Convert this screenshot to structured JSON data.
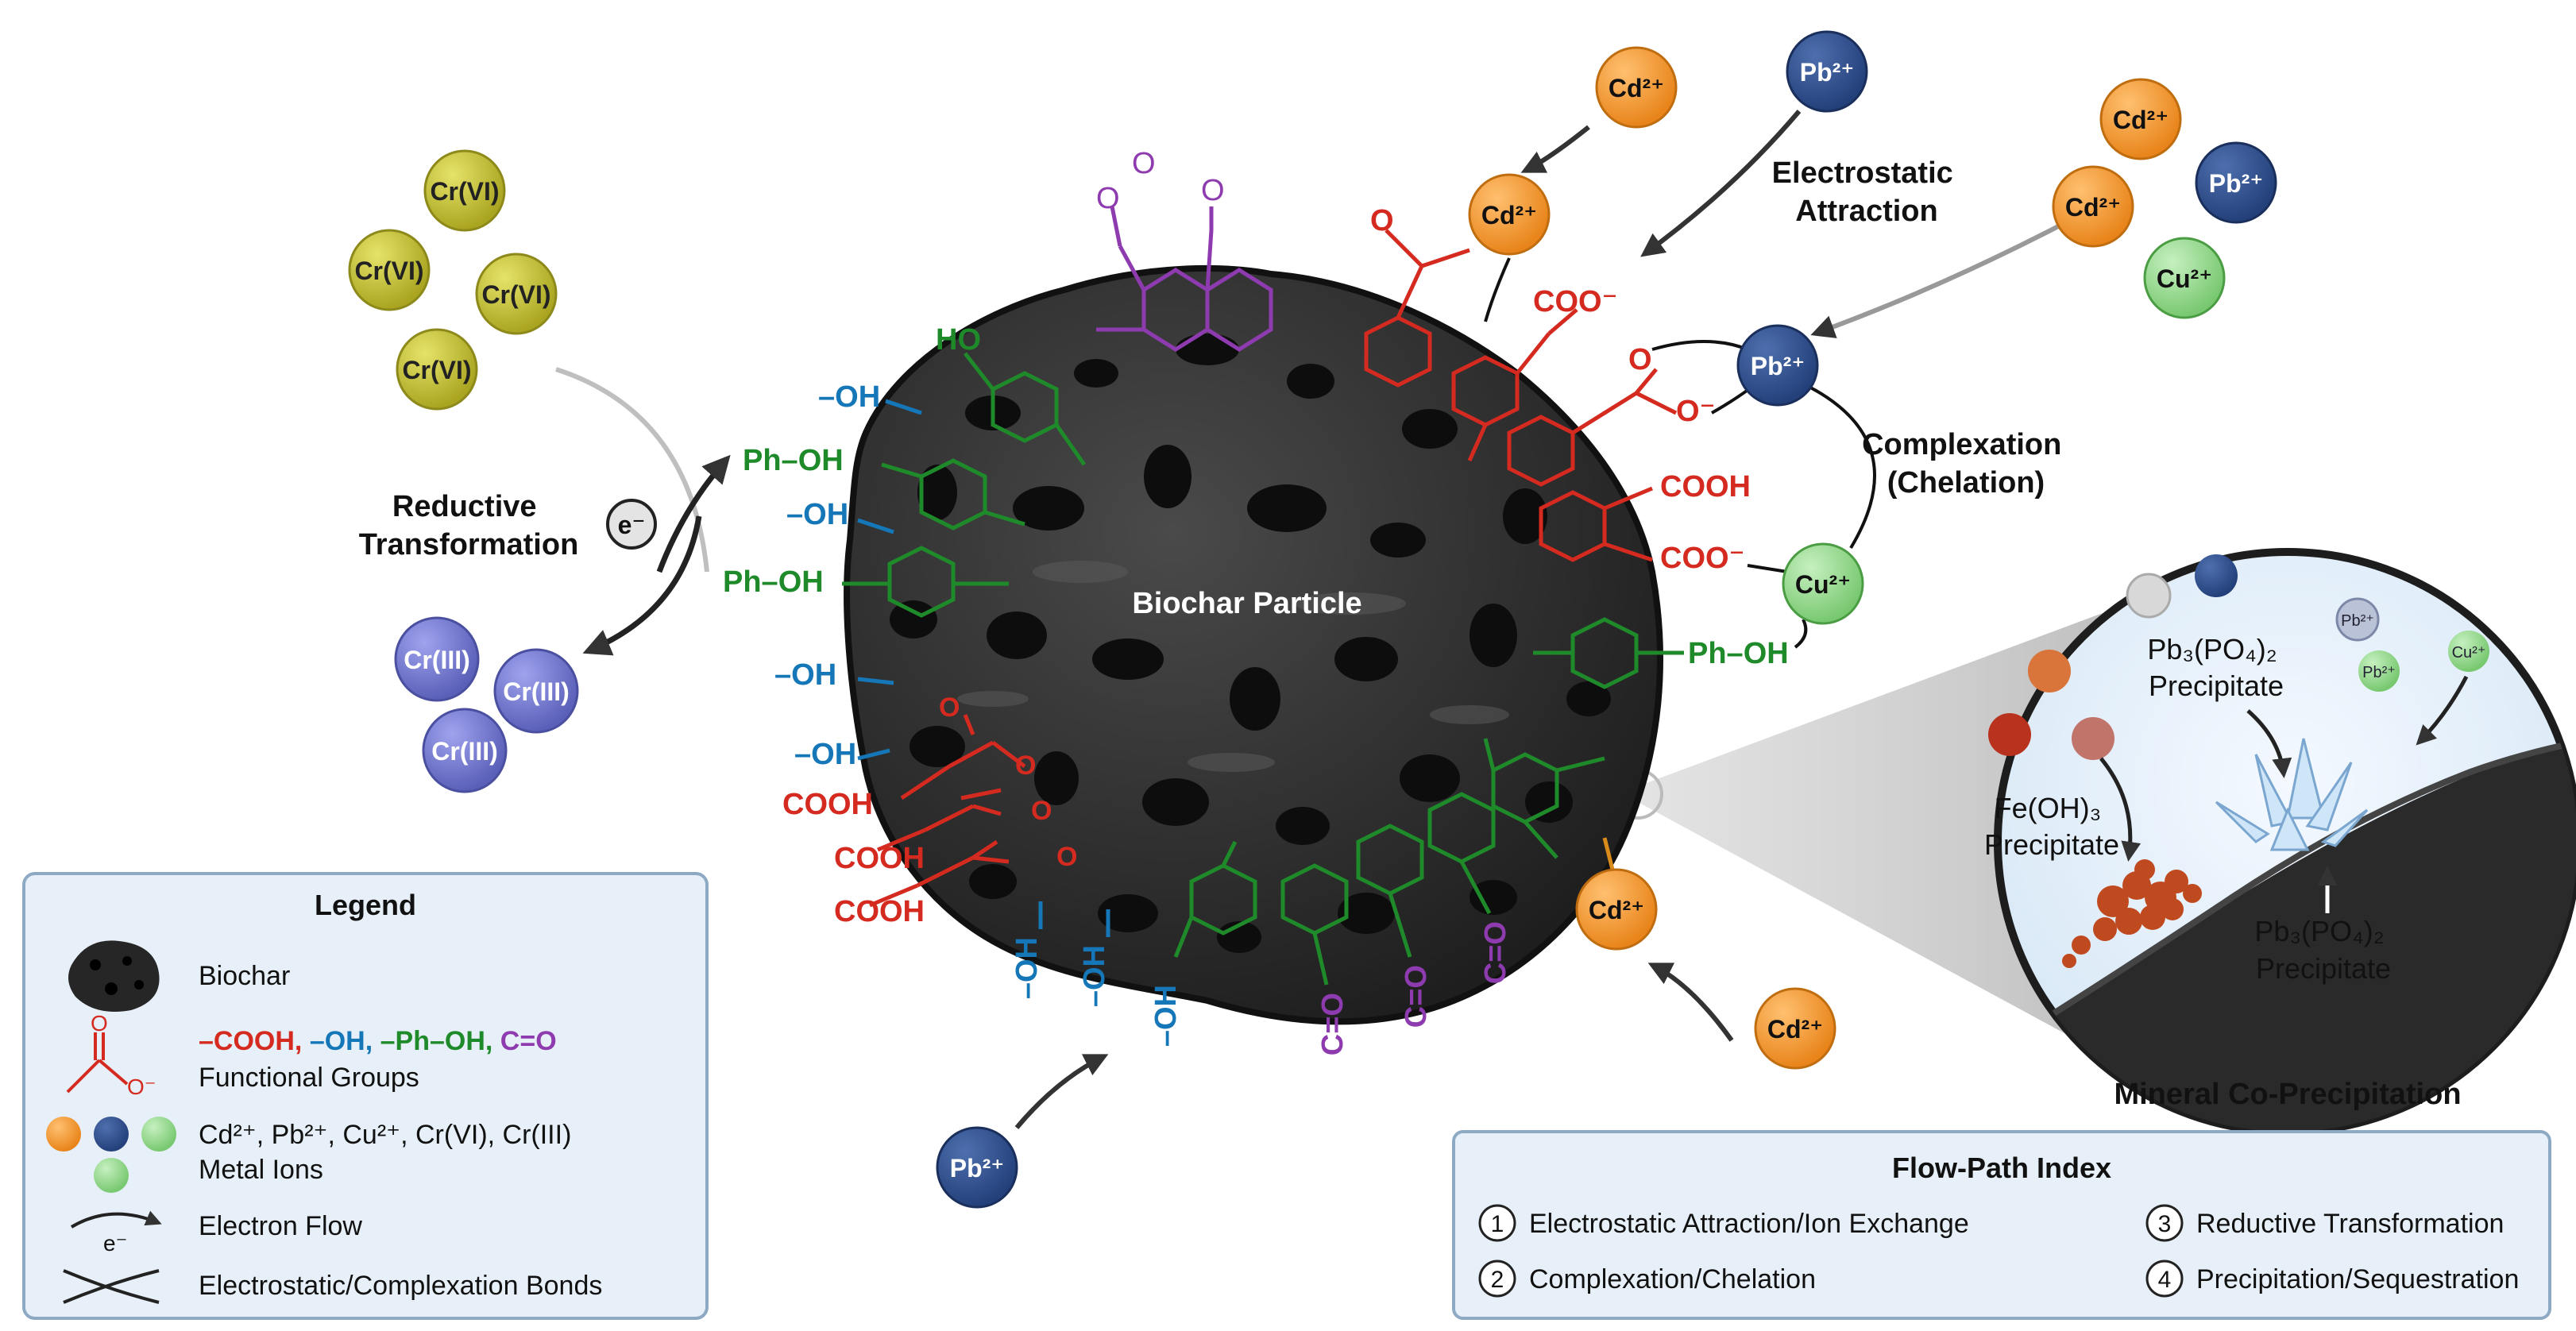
{
  "colors": {
    "carboxyl": "#d42a20",
    "hydroxyl": "#1577b8",
    "phenol": "#1f8a2a",
    "carbonyl": "#8e3bb0",
    "cd": "#f39a2b",
    "pb": "#2f4f8c",
    "cu": "#8fd68a",
    "cr6": "#c9c63a",
    "cr3": "#7b7fd0",
    "panel_fill": "#e7f0f8",
    "panel_stroke": "#8ea9c4"
  },
  "icons": {
    "particle": "biochar-particle-icon",
    "arrow": "arrow-icon",
    "electron": "electron-icon",
    "crystal": "crystal-icon"
  },
  "particle": {
    "label": "Biochar Particle"
  },
  "labels": {
    "electrostatic": [
      "Electrostatic",
      "Attraction"
    ],
    "complexation": [
      "Complexation",
      "(Chelation)"
    ],
    "reductive": [
      "Reductive",
      "Transformation"
    ],
    "mineral": "Mineral Co-Precipitation"
  },
  "electron_label": "e⁻",
  "cr6_ions": [
    "Cr(VI)",
    "Cr(VI)",
    "Cr(VI)",
    "Cr(VI)"
  ],
  "cr3_ions": [
    "Cr(III)",
    "Cr(III)",
    "Cr(III)"
  ],
  "free_ions": {
    "cd_top": "Cd²⁺",
    "pb_top": "Pb²⁺",
    "cd_cluster_a": "Cd²⁺",
    "cd_cluster_b": "Cd²⁺",
    "pb_cluster": "Pb²⁺",
    "cu_cluster": "Cu²⁺",
    "cd_bottom_right": "Cd²⁺",
    "pb_bottom": "Pb²⁺"
  },
  "bound_ions": {
    "cd_top": "Cd²⁺",
    "pb_right": "Pb²⁺",
    "cu_right": "Cu²⁺",
    "cd_lower": "Cd²⁺"
  },
  "groups": {
    "ho": "HO",
    "oh": "–OH",
    "ph_oh_a": "Ph–OH",
    "ph_oh_b": "Ph–OH",
    "ph_oh_c": "Ph–OH",
    "oh_bottom": "–OH",
    "o": "O",
    "coo_minus": "COO⁻",
    "cooh": "COOH",
    "o_minus": "O⁻",
    "co": "C=O"
  },
  "inset": {
    "pb_precip_a": [
      "Pb₃(PO₄)₂",
      "Precipitate"
    ],
    "fe_precip": [
      "Fe(OH)₃",
      "Precipitate"
    ],
    "pb_precip_b": [
      "Pb₃(PO₄)₂",
      "Precipitate"
    ],
    "tiny_ions": [
      "Pb²⁺",
      "Pb²⁺",
      "Cu²⁺"
    ]
  },
  "legend": {
    "title": "Legend",
    "items": {
      "biochar": "Biochar",
      "fg_cooh": "–COOH, ",
      "fg_oh": "–OH, ",
      "fg_phoh": "–Ph–OH, ",
      "fg_co": "C=O",
      "fg_text": "Functional Groups",
      "metal_list": "Cd²⁺, Pb²⁺, Cu²⁺, Cr(VI), Cr(III)",
      "metal_text": "Metal Ions",
      "electron": "Electron Flow",
      "bonds": "Electrostatic/Complexation Bonds"
    }
  },
  "flow_index": {
    "title": "Flow-Path Index",
    "items": [
      {
        "num": "1",
        "label": "Electrostatic Attraction/Ion Exchange"
      },
      {
        "num": "3",
        "label": "Reductive Transformation"
      },
      {
        "num": "2",
        "label": "Complexation/Chelation"
      },
      {
        "num": "4",
        "label": "Precipitation/Sequestration"
      }
    ]
  }
}
